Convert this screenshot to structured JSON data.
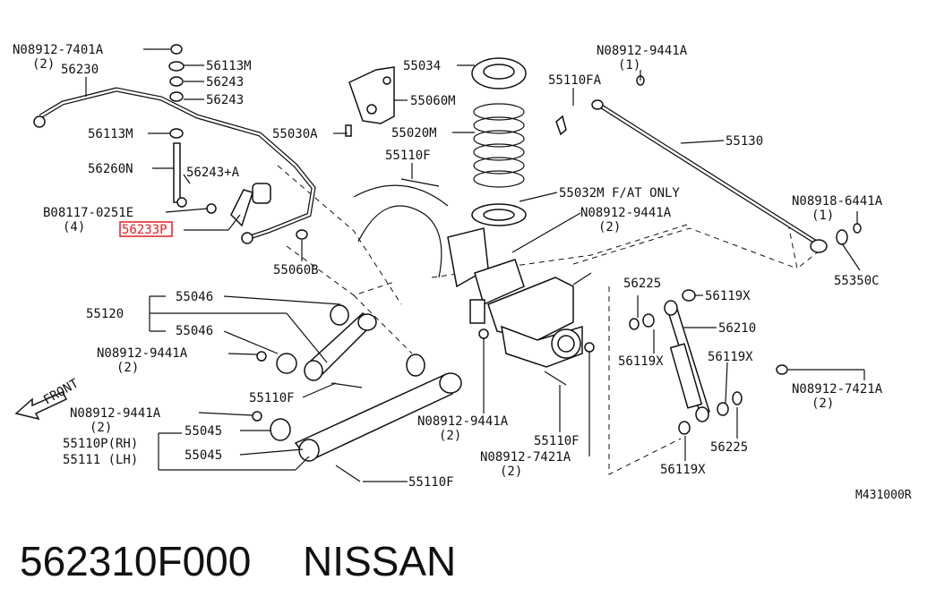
{
  "diagram": {
    "ref_code": "M431000R",
    "highlight_color": "#e02020",
    "labels": {
      "n_08912_7401A": "N08912-7401A",
      "n_08912_7401A_qty": "(2)",
      "p56230": "56230",
      "p56113M_top": "56113M",
      "p56243_a": "56243",
      "p56243_b": "56243",
      "p56113M_left": "56113M",
      "p56260N": "56260N",
      "p56243A": "56243+A",
      "b_08117_0251E": "B08117-0251E",
      "b_08117_0251E_qty": "(4)",
      "p56233P": "56233P",
      "p55060B": "55060B",
      "p55034": "55034",
      "p55060M": "55060M",
      "p55030A": "55030A",
      "p55020M": "55020M",
      "p55110F_top": "55110F",
      "p55032M": "55032M F/AT ONLY",
      "n_08912_9441A_mid": "N08912-9441A",
      "n_08912_9441A_mid_qty": "(2)",
      "n_08912_9441A_top": "N08912-9441A",
      "n_08912_9441A_top_qty": "(1)",
      "p55110FA": "55110FA",
      "p55130": "55130",
      "n_08918_6441A": "N08918-6441A",
      "n_08918_6441A_qty": "(1)",
      "p55350C": "55350C",
      "p55046_a": "55046",
      "p55120": "55120",
      "p55046_b": "55046",
      "n_08912_9441A_left": "N08912-9441A",
      "n_08912_9441A_left_qty": "(2)",
      "p55110F_mid": "55110F",
      "front": "FRONT",
      "n_08912_9441A_low": "N08912-9441A",
      "n_08912_9441A_low_qty": "(2)",
      "p55045_a": "55045",
      "p55110P": "55110P(RH)",
      "p55111": "55111 (LH)",
      "p55045_b": "55045",
      "p55110F_bottom": "55110F",
      "n_08912_9441A_ctr": "N08912-9441A",
      "n_08912_9441A_ctr_qty": "(2)",
      "p55110F_ctr": "55110F",
      "n_08912_7421A_ctr": "N08912-7421A",
      "n_08912_7421A_ctr_qty": "(2)",
      "p56225_top": "56225",
      "p56119X_a": "56119X",
      "p56210": "56210",
      "p56119X_b": "56119X",
      "p56119X_c": "56119X",
      "p56225_bottom": "56225",
      "p56119X_d": "56119X",
      "n_08912_7421A_right": "N08912-7421A",
      "n_08912_7421A_right_qty": "(2)"
    }
  },
  "footer": {
    "part_number": "562310F000",
    "brand": "NISSAN"
  }
}
